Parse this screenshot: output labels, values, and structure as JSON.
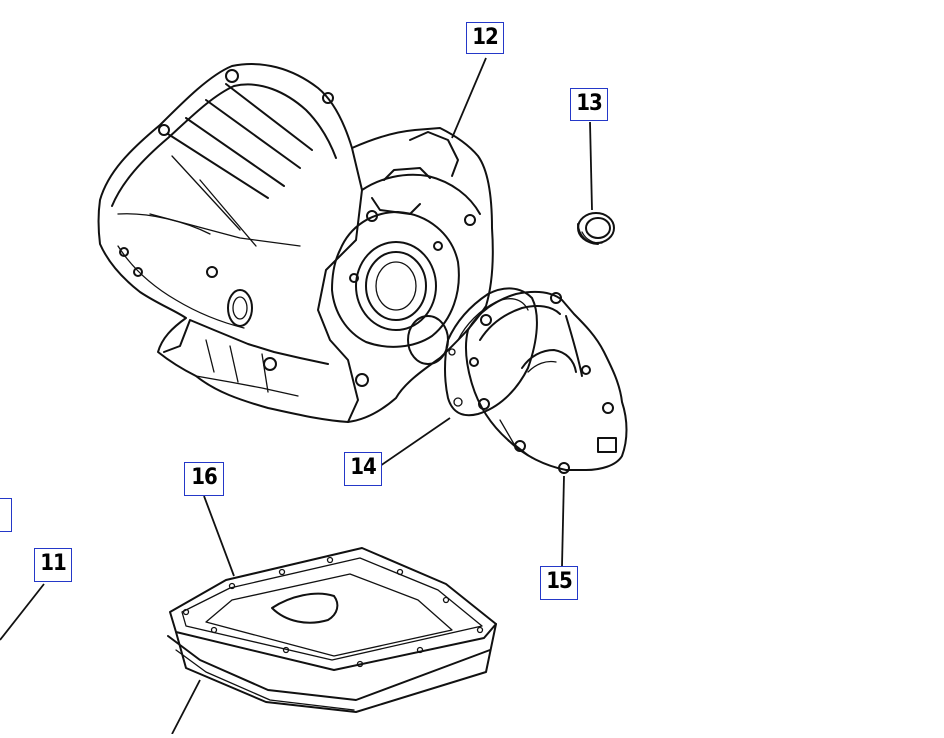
{
  "diagram": {
    "callouts": [
      {
        "id": "12",
        "label": "12"
      },
      {
        "id": "13",
        "label": "13"
      },
      {
        "id": "14",
        "label": "14"
      },
      {
        "id": "15",
        "label": "15"
      },
      {
        "id": "16",
        "label": "16"
      },
      {
        "id": "11",
        "label": "11"
      },
      {
        "id": "edge",
        "label": ""
      }
    ]
  },
  "colors": {
    "callout_border": "#2438c8",
    "line_art": "#111111",
    "background": "#ffffff"
  }
}
